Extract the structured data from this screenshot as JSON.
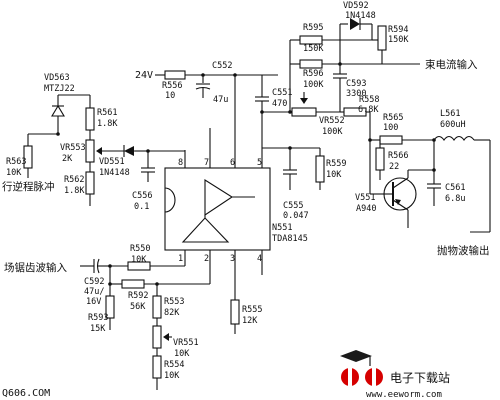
{
  "components": {
    "vd592": {
      "ref": "VD592",
      "val": "1N4148"
    },
    "r595": {
      "ref": "R595",
      "val": "150K"
    },
    "r594": {
      "ref": "R594",
      "val": "150K"
    },
    "r596": {
      "ref": "R596",
      "val": "100K"
    },
    "c593": {
      "ref": "C593",
      "val": "3300"
    },
    "r556": {
      "ref": "R556",
      "val": "10"
    },
    "c552": {
      "ref": "C552",
      "val": "47u"
    },
    "c551": {
      "ref": "C551",
      "val": "470"
    },
    "r558": {
      "ref": "R558",
      "val": "6.8K"
    },
    "vr552": {
      "ref": "VR552",
      "val": "100K"
    },
    "r565": {
      "ref": "R565",
      "val": "100"
    },
    "l561": {
      "ref": "L561",
      "val": "600uH"
    },
    "vd563": {
      "ref": "VD563",
      "val": "MTZJ22"
    },
    "r561": {
      "ref": "R561",
      "val": "1.8K"
    },
    "vr553": {
      "ref": "VR553",
      "val": "2K"
    },
    "r562": {
      "ref": "R562",
      "val": "1.8K"
    },
    "r563": {
      "ref": "R563",
      "val": "10K"
    },
    "vd551": {
      "ref": "VD551",
      "val": "1N4148"
    },
    "c556": {
      "ref": "C556",
      "val": "0.1"
    },
    "r559": {
      "ref": "R559",
      "val": "10K"
    },
    "c555": {
      "ref": "C555",
      "val": "0.047"
    },
    "r566": {
      "ref": "R566",
      "val": "22"
    },
    "v551": {
      "ref": "V551",
      "val": "A940"
    },
    "c561": {
      "ref": "C561",
      "val": "6.8u"
    },
    "n551": {
      "ref": "N551",
      "val": "TDA8145"
    },
    "r550": {
      "ref": "R550",
      "val": "10K"
    },
    "c592": {
      "ref": "C592",
      "val": "47u/",
      "val2": "16V"
    },
    "r592": {
      "ref": "R592",
      "val": "56K"
    },
    "r593": {
      "ref": "R593",
      "val": "15K"
    },
    "r553": {
      "ref": "R553",
      "val": "82K"
    },
    "vr551": {
      "ref": "VR551",
      "val": "10K"
    },
    "r554": {
      "ref": "R554",
      "val": "10K"
    },
    "r555": {
      "ref": "R555",
      "val": "12K"
    }
  },
  "pins": [
    "8",
    "7",
    "6",
    "5",
    "1",
    "2",
    "3",
    "4"
  ],
  "supply": "24V",
  "signals": {
    "beam_current_in": "束电流输入",
    "flyback_pulse": "行逆程脉冲",
    "field_sawtooth_in": "场锯齿波输入",
    "parabola_out": "抛物波输出"
  },
  "watermarks": {
    "left": "Q606.COM",
    "brand": "电子下载站",
    "url": "www.eeworm.com"
  }
}
